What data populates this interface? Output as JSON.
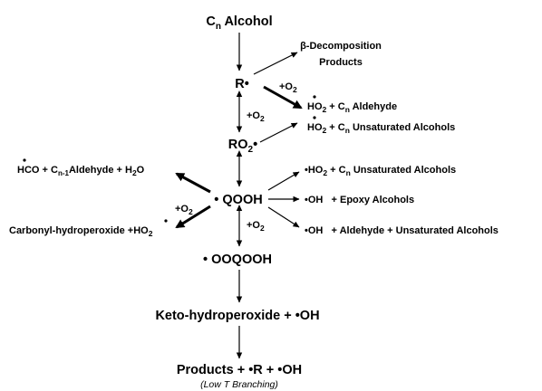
{
  "nodes": {
    "cn_alcohol": {
      "main": "C",
      "sub": "n",
      "tail": " Alcohol"
    },
    "r_radical": "R•",
    "beta_decomp_line1": "β-Decomposition",
    "beta_decomp_line2": "Products",
    "ro2": {
      "main": "RO",
      "sub": "2",
      "tail": "•"
    },
    "qooh": "• QOOH",
    "ooqooh": "• OOQOOH",
    "keto": "Keto-hydroperoxide + •OH",
    "products": "Products + •R + •OH",
    "products_note": "(Low T Branching)"
  },
  "branches": {
    "ho2_aldehyde": {
      "p1": "HO",
      "s1": "2",
      "p2": " + C",
      "s2": "n",
      "p3": " Aldehyde"
    },
    "ho2_unsat_r02": {
      "p1": "HO",
      "s1": "2",
      "p2": " + C",
      "s2": "n",
      "p3": " Unsaturated Alcohols"
    },
    "hco_left": {
      "p1": "HCO + C",
      "s1": "n-1",
      "p2": "Aldehyde + H",
      "s2": "2",
      "p3": "O"
    },
    "carbonyl_left": {
      "p1": "Carbonyl-hydroperoxide +HO",
      "s1": "2"
    },
    "ho2_unsat_qooh": {
      "p1": "•HO",
      "s1": "2",
      "p2": " + C",
      "s2": "n",
      "p3": " Unsaturated Alcohols"
    },
    "oh_epoxy": "•OH   + Epoxy Alcohols",
    "oh_aldehyde_unsat": "•OH   + Aldehyde + Unsaturated Alcohols"
  },
  "labels": {
    "o2_r_ro2": {
      "p": "+O",
      "s": "2"
    },
    "o2_r_ho2": {
      "p": "+O",
      "s": "2"
    },
    "o2_qooh_carbonyl": {
      "p": "+O",
      "s": "2"
    },
    "o2_qooh_ooqooh": {
      "p": "+O",
      "s": "2"
    }
  }
}
